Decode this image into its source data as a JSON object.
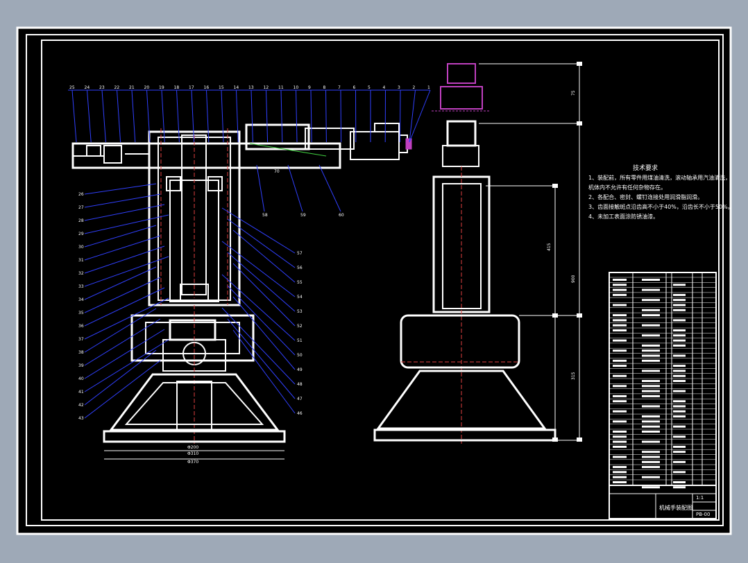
{
  "drawing": {
    "technical_requirements": {
      "title": "技术要求",
      "lines": [
        "1、装配前，所有零件用煤油清洗，滚动轴承用汽油清洗，",
        "  机体内不允许有任何杂物存在。",
        "2、各配合、密封、螺钉连接处用润滑脂润滑。",
        "3、齿面接触斑点沿齿高不小于40%，沿齿长不小于50%。",
        "4、未加工表面涂防锈油漆。"
      ]
    },
    "title_block": {
      "drawing_title": "机械手装配图",
      "drawing_code": "PB-00",
      "scale_note": "1:1"
    },
    "part_callouts_top": [
      "25",
      "24",
      "23",
      "22",
      "21",
      "20",
      "19",
      "18",
      "17",
      "16",
      "15",
      "14",
      "13",
      "12",
      "11",
      "10",
      "9",
      "8",
      "7",
      "6",
      "5",
      "4",
      "3",
      "2",
      "1"
    ],
    "part_callouts_left": [
      "26",
      "27",
      "28",
      "29",
      "30",
      "31",
      "32",
      "33",
      "34",
      "35",
      "36",
      "37",
      "38",
      "39",
      "40",
      "41",
      "42",
      "43"
    ],
    "part_callouts_right": [
      "57",
      "56",
      "55",
      "54",
      "53",
      "52",
      "51",
      "50",
      "49",
      "48",
      "47",
      "46"
    ],
    "part_callouts_arm_bottom": [
      "58",
      "59",
      "60"
    ],
    "dims": {
      "base_inner": "Φ200",
      "base_mid": "Φ310",
      "base_outer": "Φ370",
      "arm_span": "70",
      "side_top": "75",
      "side_mid": "415",
      "side_total": "900",
      "side_lower": "315"
    }
  }
}
